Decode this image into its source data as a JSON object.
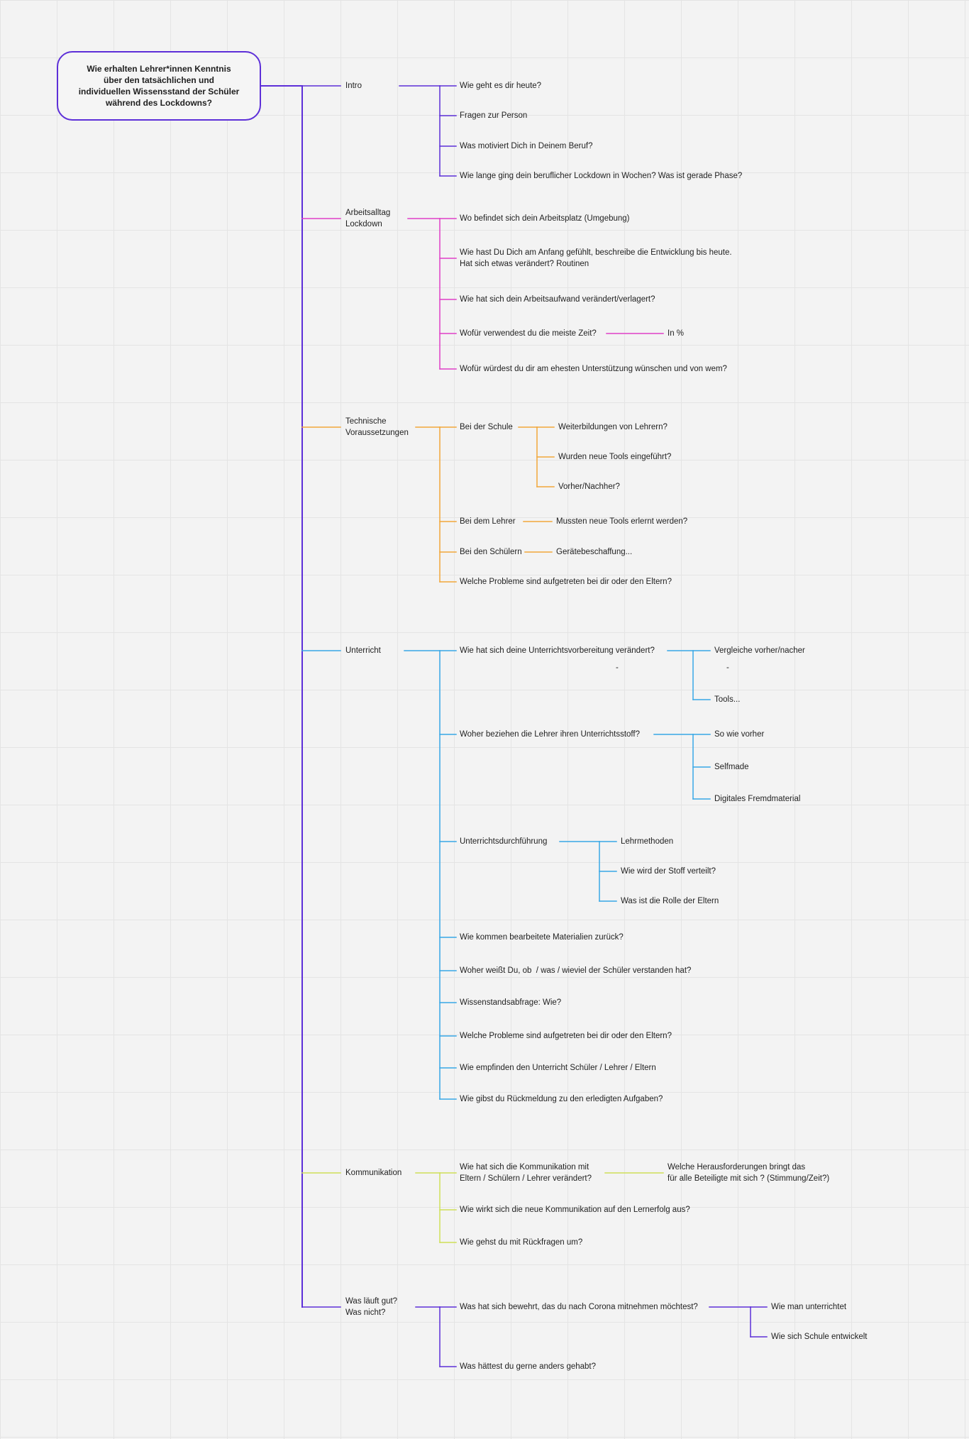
{
  "root": {
    "label": "Wie erhalten Lehrer*innen Kenntnis über den tatsächlichen und individuellen Wissensstand der Schüler während des Lockdowns?",
    "color": "#5d2fd8"
  },
  "colors": {
    "intro": "#5d2fd8",
    "arbeitsalltag": "#e040c8",
    "technik": "#f2a73a",
    "unterricht": "#38a8e6",
    "kommunikation": "#cfe058",
    "fazit": "#5d2fd8"
  },
  "branches": [
    {
      "id": "intro",
      "label": "Intro",
      "children": [
        {
          "label": "Wie geht es dir heute?"
        },
        {
          "label": "Fragen zur Person"
        },
        {
          "label": "Was motiviert Dich in Deinem Beruf?"
        },
        {
          "label": "Wie lange ging dein beruflicher Lockdown in Wochen? Was ist gerade Phase?"
        }
      ]
    },
    {
      "id": "arbeitsalltag",
      "label": "Arbeitsalltag\nLockdown",
      "children": [
        {
          "label": "Wo befindet sich dein Arbeitsplatz (Umgebung)"
        },
        {
          "label": "Wie hast Du Dich am Anfang gefühlt, beschreibe die Entwicklung bis heute.\nHat sich etwas verändert? Routinen"
        },
        {
          "label": "Wie hat sich dein Arbeitsaufwand verändert/verlagert?"
        },
        {
          "label": "Wofür verwendest du die meiste Zeit?",
          "children": [
            {
              "label": "In %"
            }
          ]
        },
        {
          "label": "Wofür würdest du dir am ehesten Unterstützung wünschen und von wem?"
        }
      ]
    },
    {
      "id": "technik",
      "label": "Technische\nVoraussetzungen",
      "children": [
        {
          "label": "Bei der Schule",
          "children": [
            {
              "label": "Weiterbildungen von Lehrern?"
            },
            {
              "label": "Wurden neue Tools eingeführt?"
            },
            {
              "label": "Vorher/Nachher?"
            }
          ]
        },
        {
          "label": "Bei dem Lehrer",
          "children": [
            {
              "label": "Mussten neue Tools erlernt werden?"
            }
          ]
        },
        {
          "label": "Bei den Schülern",
          "children": [
            {
              "label": "Gerätebeschaffung..."
            }
          ]
        },
        {
          "label": "Welche Probleme sind aufgetreten bei dir oder den Eltern?"
        }
      ]
    },
    {
      "id": "unterricht",
      "label": "Unterricht",
      "children": [
        {
          "label": "Wie hat sich deine Unterrichtsvorbereitung verändert?",
          "children": [
            {
              "label": "Vergleiche vorher/nacher"
            },
            {
              "label": "Tools..."
            }
          ]
        },
        {
          "label": "Woher beziehen die Lehrer ihren Unterrichtsstoff?",
          "children": [
            {
              "label": "So wie vorher"
            },
            {
              "label": "Selfmade"
            },
            {
              "label": "Digitales Fremdmaterial"
            }
          ]
        },
        {
          "label": "Unterrichtsdurchführung",
          "children": [
            {
              "label": "Lehrmethoden"
            },
            {
              "label": "Wie wird der Stoff verteilt?"
            },
            {
              "label": "Was ist die Rolle der Eltern"
            }
          ]
        },
        {
          "label": "Wie kommen bearbeitete Materialien zurück?"
        },
        {
          "label": "Woher weißt Du, ob  / was / wieviel der Schüler verstanden hat?"
        },
        {
          "label": "Wissenstandsabfrage: Wie?"
        },
        {
          "label": "Welche Probleme sind aufgetreten bei dir oder den Eltern?"
        },
        {
          "label": "Wie empfinden den Unterricht Schüler / Lehrer / Eltern"
        },
        {
          "label": "Wie gibst du Rückmeldung zu den erledigten Aufgaben?"
        }
      ]
    },
    {
      "id": "kommunikation",
      "label": "Kommunikation",
      "children": [
        {
          "label": "Wie hat sich die Kommunikation mit\nEltern / Schülern / Lehrer verändert?",
          "children": [
            {
              "label": "Welche Herausforderungen bringt das\nfür alle Beteiligte mit sich ? (Stimmung/Zeit?)"
            }
          ]
        },
        {
          "label": "Wie wirkt sich die neue Kommunikation auf den Lernerfolg aus?"
        },
        {
          "label": "Wie gehst du mit Rückfragen um?"
        }
      ]
    },
    {
      "id": "fazit",
      "label": "Was läuft gut?\nWas nicht?",
      "children": [
        {
          "label": "Was hat sich bewehrt, das du nach Corona mitnehmen möchtest?",
          "children": [
            {
              "label": "Wie man unterrichtet"
            },
            {
              "label": "Wie sich Schule entwickelt"
            }
          ]
        },
        {
          "label": "Was hättest du gerne anders gehabt?"
        }
      ]
    }
  ],
  "marks": [
    "-",
    "-"
  ]
}
